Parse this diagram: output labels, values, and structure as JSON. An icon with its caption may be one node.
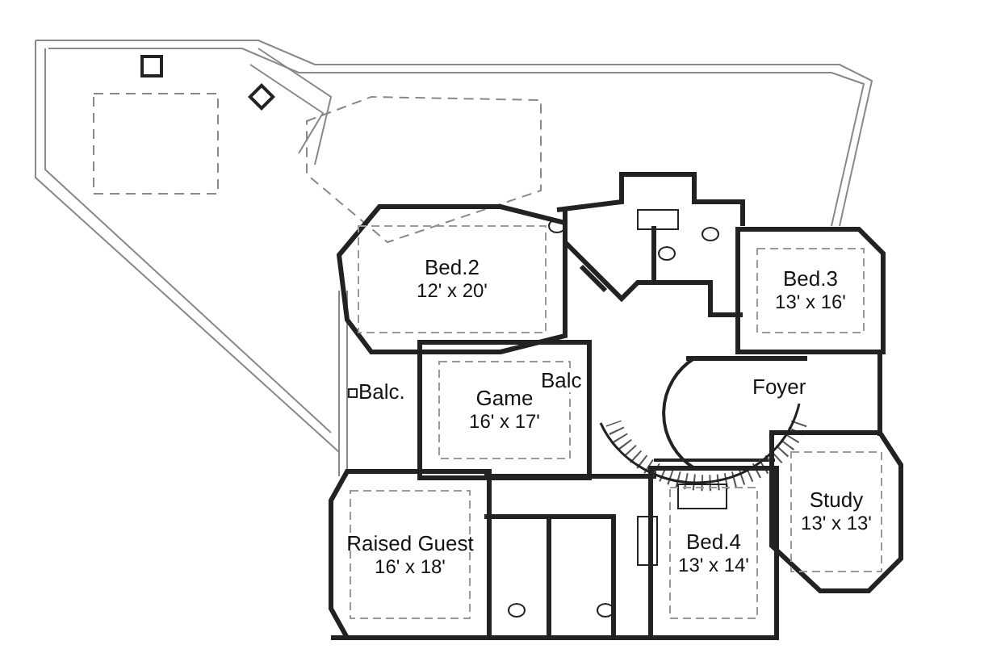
{
  "diagram": {
    "nodes": [
      {
        "text": [
          "Bed.2",
          "12' x 20'"
        ]
      },
      {
        "text": [
          "Bed.3",
          "13' x 16'"
        ]
      },
      {
        "text": [
          "Game",
          "16' x 17'"
        ]
      },
      {
        "text": [
          "Study",
          "13' x 13'"
        ]
      },
      {
        "text": [
          "Raised Guest",
          "16' x 18'"
        ]
      },
      {
        "text": [
          "Bed.4",
          "13' x 14'"
        ]
      }
    ],
    "labels": [
      "Balc.",
      "Balc",
      "Foyer"
    ]
  }
}
